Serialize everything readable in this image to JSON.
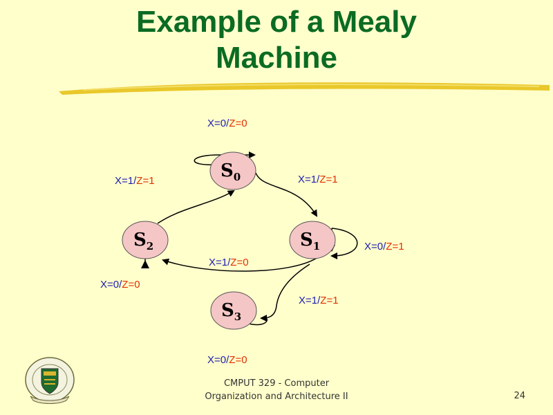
{
  "title": {
    "line1": "Example of a Mealy",
    "line2": "Machine"
  },
  "states": [
    {
      "name": "S",
      "sub": "0"
    },
    {
      "name": "S",
      "sub": "1"
    },
    {
      "name": "S",
      "sub": "2"
    },
    {
      "name": "S",
      "sub": "3"
    }
  ],
  "labels": [
    {
      "x_part": "X=0/",
      "z_part": "Z=0"
    },
    {
      "x_part": "X=1/",
      "z_part": "Z=1"
    },
    {
      "x_part": "X=1/",
      "z_part": "Z=1"
    },
    {
      "x_part": "X=0/",
      "z_part": "Z=1"
    },
    {
      "x_part": "X=1/",
      "z_part": "Z=0"
    },
    {
      "x_part": "X=0/",
      "z_part": "Z=0"
    },
    {
      "x_part": "X=1/",
      "z_part": "Z=1"
    },
    {
      "x_part": "X=0/",
      "z_part": "Z=0"
    }
  ],
  "footer": {
    "line1": "CMPUT 329 - Computer",
    "line2": "Organization and Architecture II"
  },
  "page_number": "24",
  "colors": {
    "title": "#0b6b23",
    "state_fill": "#f5c6c6",
    "x_text": "#1c1cb0",
    "z_text": "#e03000",
    "background": "#ffffcc"
  }
}
